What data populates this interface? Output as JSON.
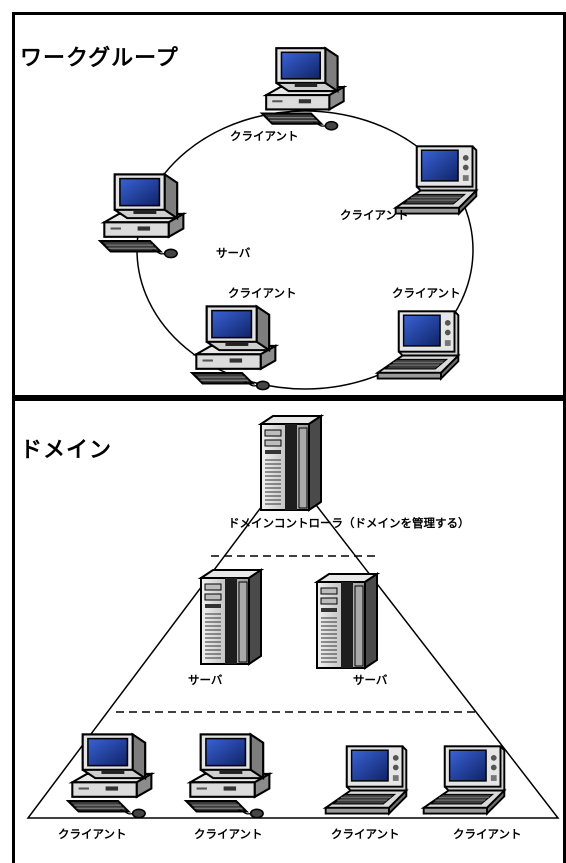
{
  "workgroup": {
    "title": "ワークグループ",
    "client_label": "クライアント",
    "server_label": "サーバ"
  },
  "domain": {
    "title": "ドメイン",
    "controller_label": "ドメインコントローラ（ドメインを管理する）",
    "server_label": "サーバ",
    "client_label": "クライアント"
  },
  "icons": {
    "desktop": "desktop-computer-icon",
    "laptop": "laptop-icon",
    "tower": "tower-server-icon"
  },
  "colors": {
    "screen": "#1b3a93",
    "outline": "#000000",
    "body": "#d9d9d9"
  }
}
